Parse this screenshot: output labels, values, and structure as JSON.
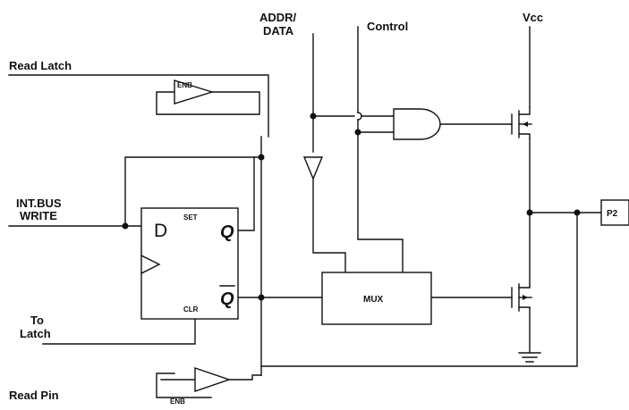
{
  "signals": {
    "addr_data_line1": "ADDR/",
    "addr_data_line2": "DATA",
    "control": "Control",
    "vcc": "Vcc",
    "read_latch": "Read Latch",
    "int_bus_line1": "INT.BUS",
    "int_bus_line2": "WRITE",
    "to_latch_line1": "To",
    "to_latch_line2": "Latch",
    "read_pin": "Read Pin"
  },
  "latch": {
    "d": "D",
    "set": "SET",
    "q": "Q",
    "q_bar": "Q",
    "clr": "CLR"
  },
  "buffers": {
    "enable_top": "ENB",
    "enable_bottom": "ENB"
  },
  "mux": {
    "label": "MUX"
  },
  "pin": {
    "label": "P2"
  }
}
